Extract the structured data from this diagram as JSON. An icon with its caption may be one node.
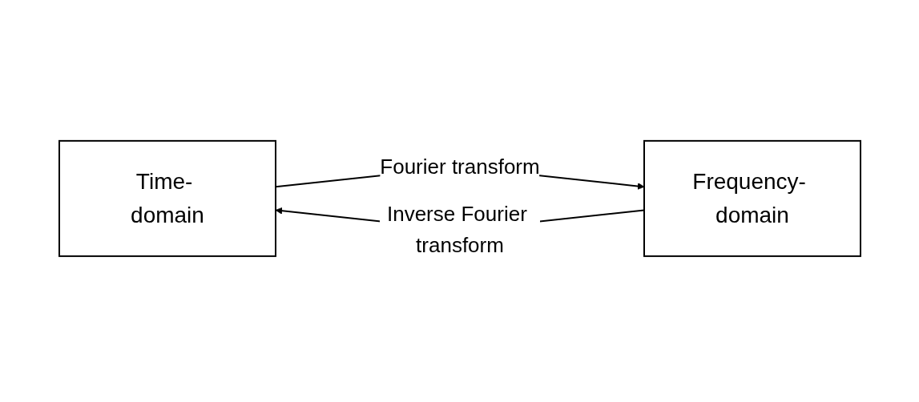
{
  "diagram": {
    "nodes": [
      {
        "text": [
          "Time- domain"
        ]
      },
      {
        "text": [
          "Frequency- domain"
        ]
      }
    ],
    "edges": [
      {
        "from": 0,
        "to": 1,
        "arrow": "to",
        "label": "Fourier transform"
      },
      {
        "from": 1,
        "to": 0,
        "arrow": "to",
        "label": "Inverse Fourier transform"
      }
    ]
  }
}
